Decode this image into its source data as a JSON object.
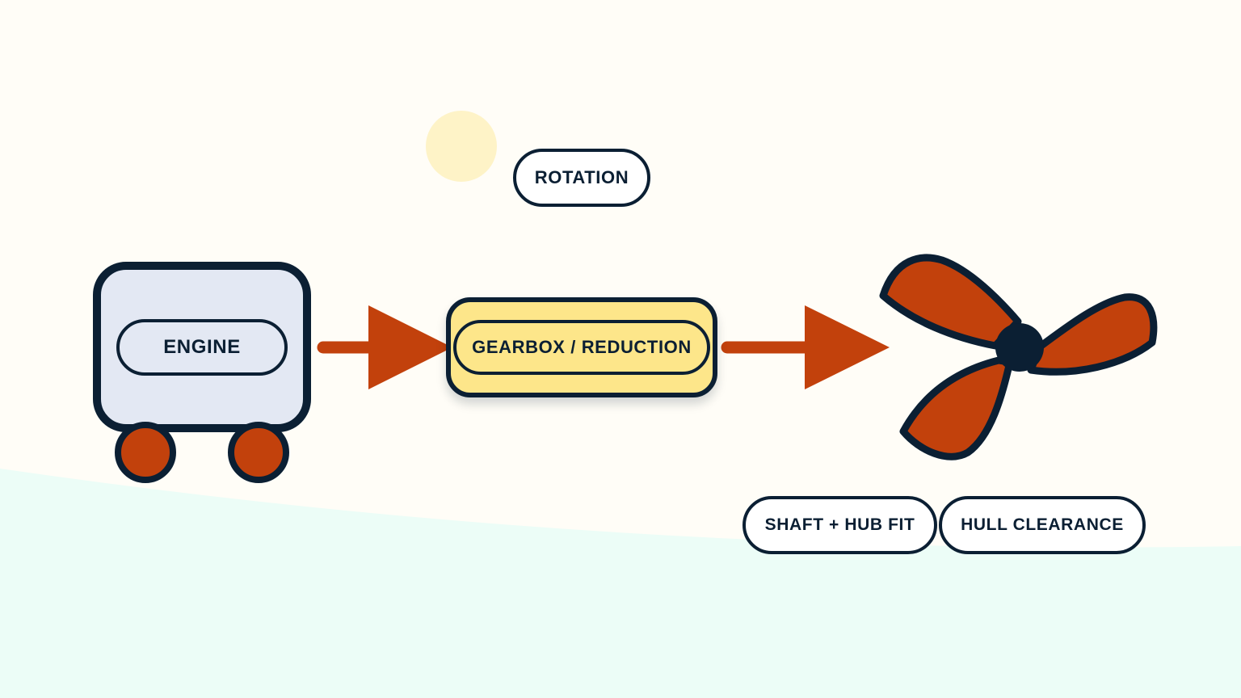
{
  "nodes": {
    "engine": {
      "label": "ENGINE"
    },
    "gearbox": {
      "label": "GEARBOX / REDUCTION"
    },
    "rotation": {
      "label": "ROTATION"
    },
    "shaft_hub": {
      "label": "SHAFT + HUB FIT"
    },
    "hull": {
      "label": "HULL CLEARANCE"
    }
  },
  "colors": {
    "background": "#fffdf7",
    "ground": "#ecfdf7",
    "sun": "#fef3c7",
    "outline": "#0b1f33",
    "accent": "#c2410c",
    "engine_fill": "#e3e8f3",
    "gearbox_fill": "#fde68a"
  },
  "icons": [
    "sun-icon",
    "engine-icon",
    "wheel-icon",
    "arrow-icon",
    "propeller-icon"
  ]
}
